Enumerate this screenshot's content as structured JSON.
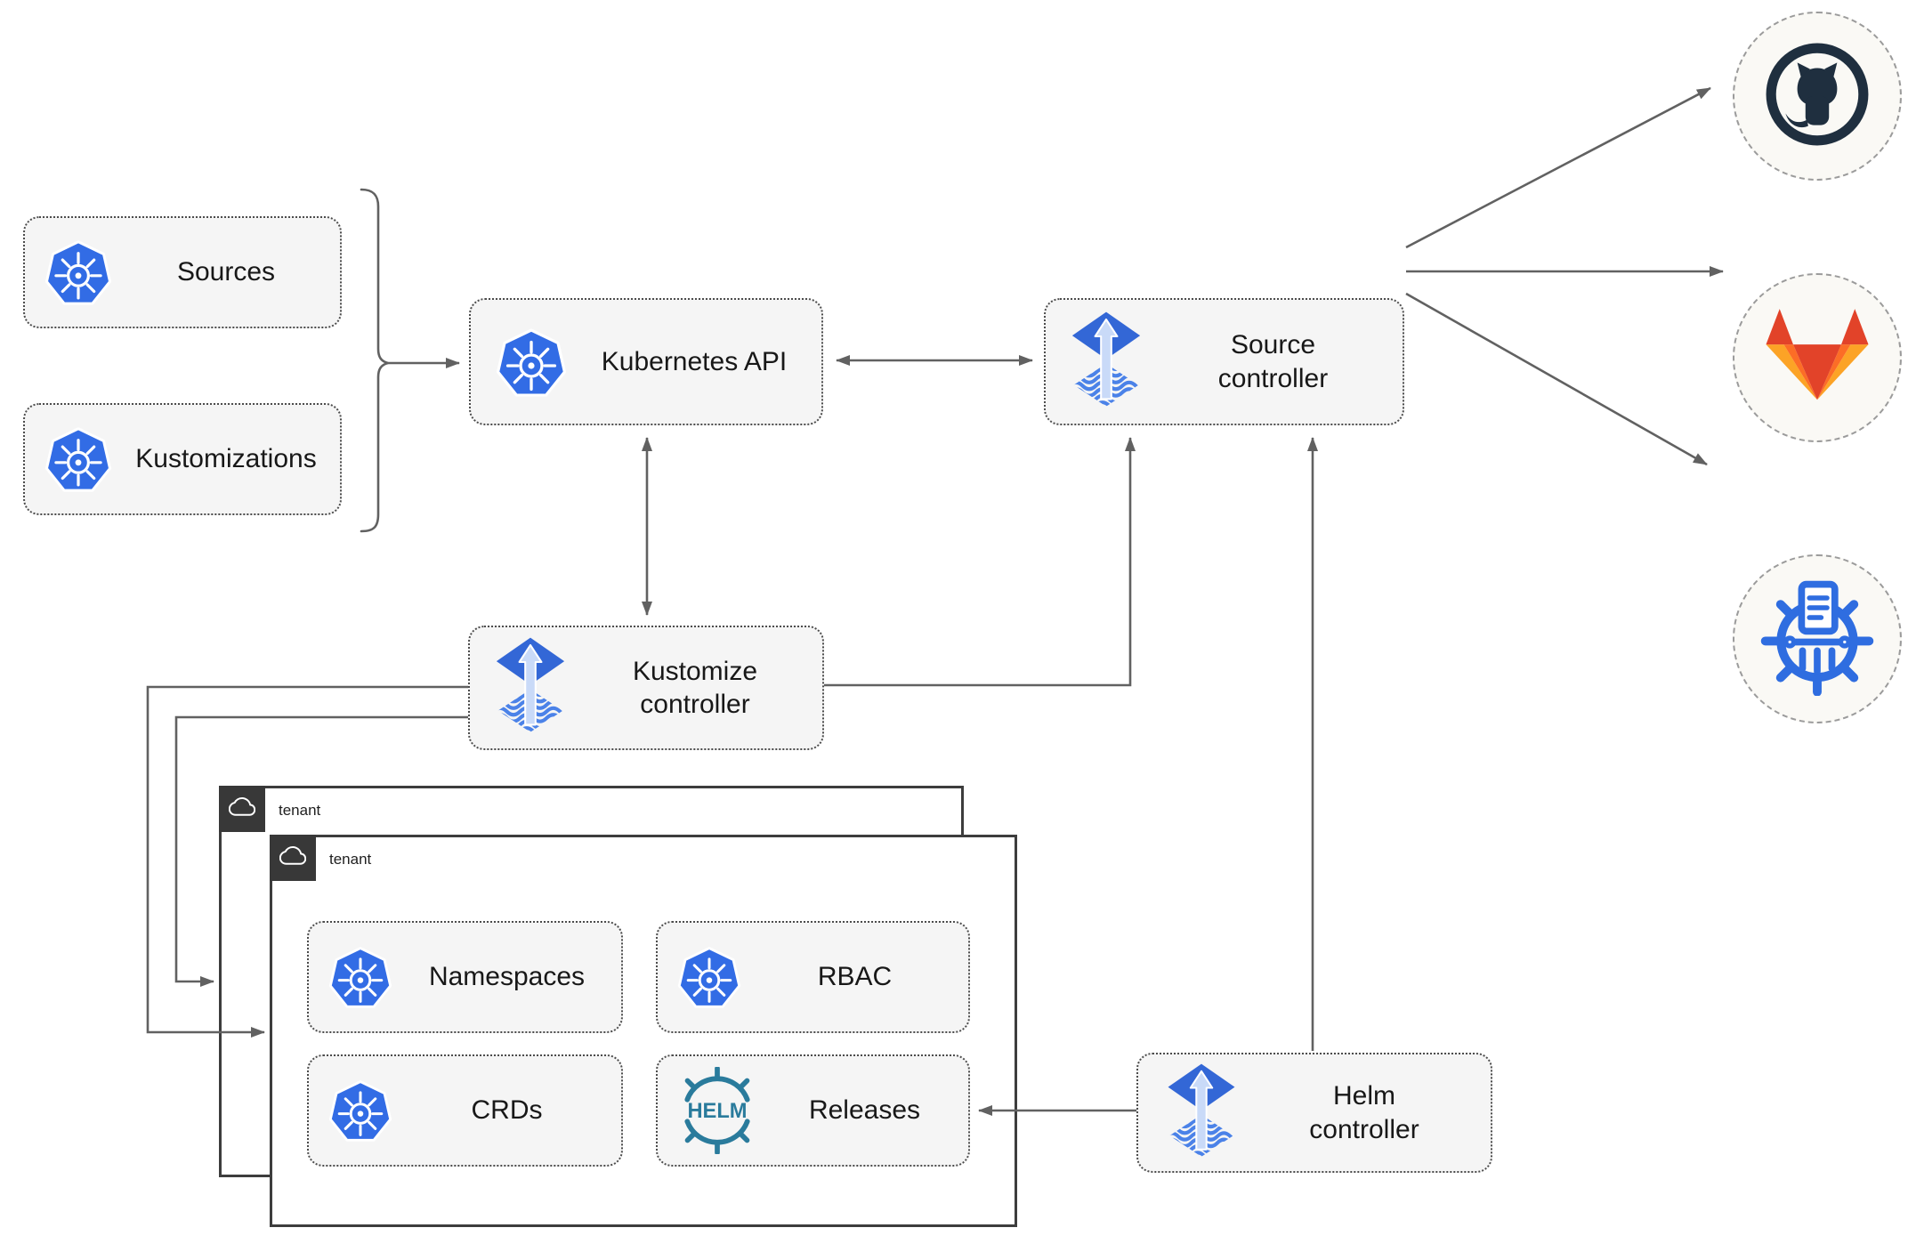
{
  "nodes": {
    "sources": {
      "label": "Sources",
      "icon": "kubernetes-icon"
    },
    "kustomizations": {
      "label": "Kustomizations",
      "icon": "kubernetes-icon"
    },
    "kubernetes_api": {
      "label": "Kubernetes API",
      "icon": "kubernetes-icon"
    },
    "source_controller": {
      "label_line1": "Source",
      "label_line2": "controller",
      "icon": "flux-icon"
    },
    "kustomize_controller": {
      "label_line1": "Kustomize",
      "label_line2": "controller",
      "icon": "flux-icon"
    },
    "helm_controller": {
      "label_line1": "Helm",
      "label_line2": "controller",
      "icon": "flux-icon"
    },
    "namespaces": {
      "label": "Namespaces",
      "icon": "kubernetes-icon"
    },
    "rbac": {
      "label": "RBAC",
      "icon": "kubernetes-icon"
    },
    "crds": {
      "label": "CRDs",
      "icon": "kubernetes-icon"
    },
    "releases": {
      "label": "Releases",
      "icon": "helm-icon"
    }
  },
  "tenants": {
    "back": {
      "label": "tenant",
      "icon": "cloud-icon"
    },
    "front": {
      "label": "tenant",
      "icon": "cloud-icon"
    }
  },
  "external": {
    "github": {
      "icon": "github-icon"
    },
    "gitlab": {
      "icon": "gitlab-icon"
    },
    "helm_repository": {
      "icon": "helm-repository-icon"
    }
  },
  "helm_logo_text": "HELM",
  "edges": [
    {
      "from": "sources+kustomizations",
      "to": "kubernetes-api",
      "arrow": "end"
    },
    {
      "from": "kubernetes-api",
      "to": "source-controller",
      "arrow": "both"
    },
    {
      "from": "kubernetes-api",
      "to": "kustomize-controller",
      "arrow": "both"
    },
    {
      "from": "kustomize-controller",
      "to": "source-controller",
      "arrow": "end"
    },
    {
      "from": "helm-controller",
      "to": "source-controller",
      "arrow": "end"
    },
    {
      "from": "helm-controller",
      "to": "releases",
      "arrow": "end"
    },
    {
      "from": "kustomize-controller",
      "to": "tenant-front",
      "arrow": "end"
    },
    {
      "from": "kustomize-controller",
      "to": "tenant-back",
      "arrow": "end"
    },
    {
      "from": "source-controller",
      "to": "github",
      "arrow": "end"
    },
    {
      "from": "source-controller",
      "to": "gitlab",
      "arrow": "end"
    },
    {
      "from": "source-controller",
      "to": "helm-repository",
      "arrow": "end"
    }
  ],
  "colors": {
    "kubernetes_blue": "#326ce5",
    "flux_blue": "#3367d6",
    "flux_arrow_light": "#c9daf8",
    "helm_teal": "#2a7b9c",
    "github_dark": "#1f2f3f",
    "gitlab_red": "#e24329",
    "gitlab_orange": "#fc6d26",
    "gitlab_amber": "#fca326",
    "helm_repository_blue": "#2f6de0",
    "connector_gray": "#616161",
    "node_fill": "#f5f5f5",
    "node_border": "#4c4c4c",
    "tenant_border": "#3d3d3d"
  }
}
